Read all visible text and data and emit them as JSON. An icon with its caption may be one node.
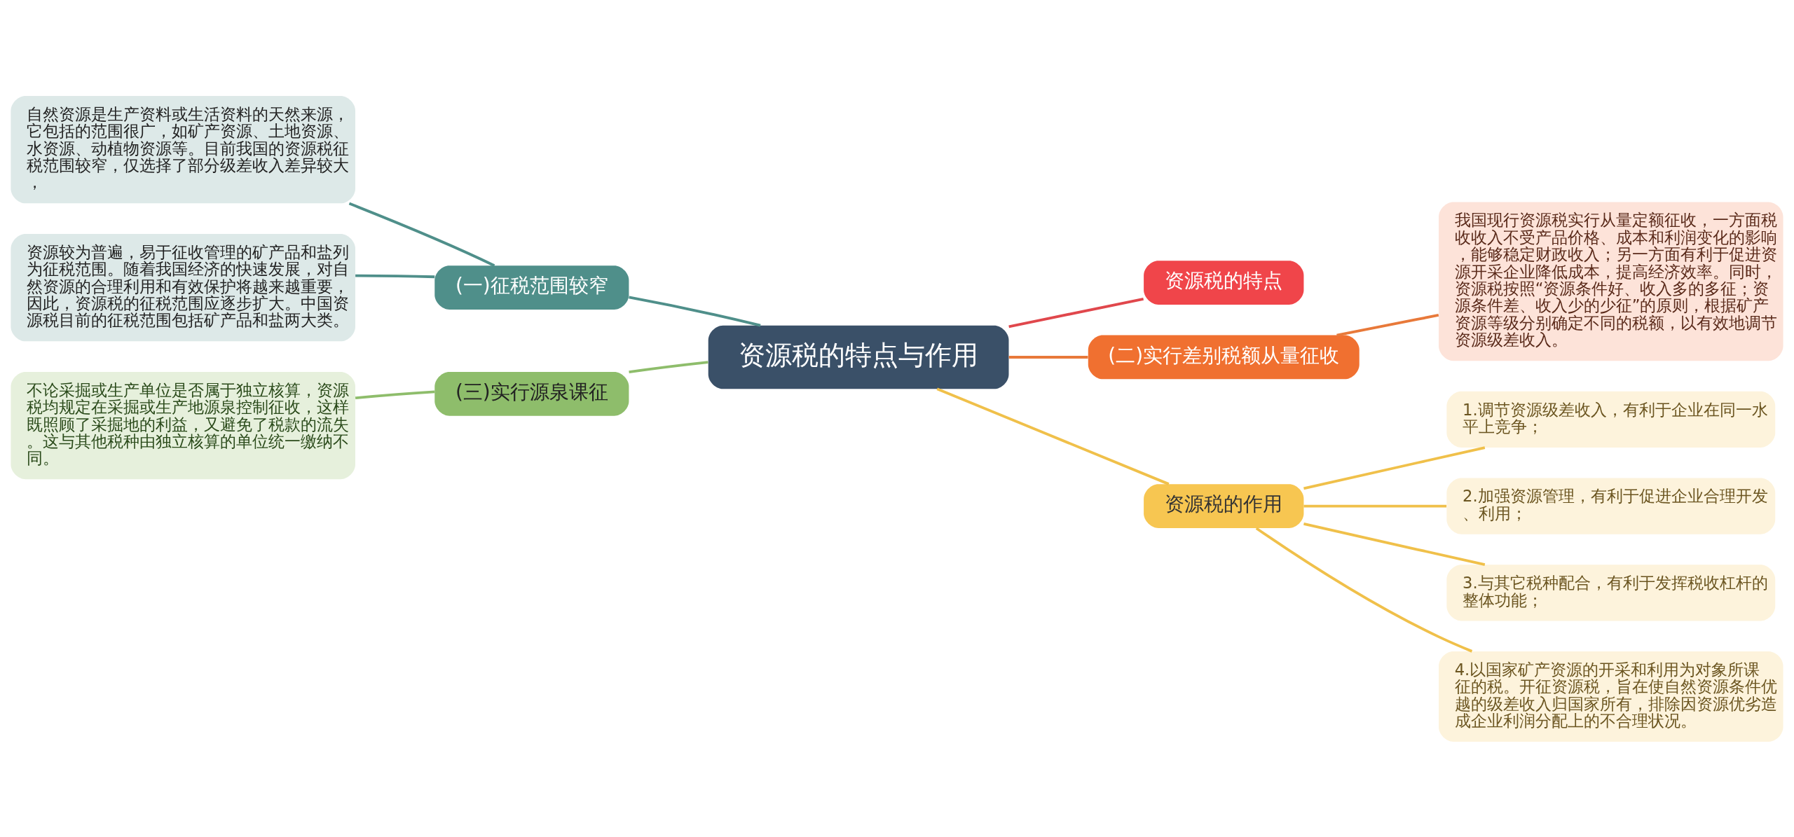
{
  "diagram": {
    "nodes": [
      {
        "text": [
          "资源税的特点与作用"
        ]
      },
      {
        "text": [
          "资源税的特点"
        ]
      },
      {
        "text": [
          "(二)实行差别税额从量征收"
        ]
      },
      {
        "text": [
          "我国现行资源税实行从量定额征收，一方面税收收入不受产品价格、成本和利润变化的影响，能够稳定财政收入；另一方面有利于促进资源开采企业降低成本，提高经济效率。同时，资源税按照“资源条件好、收入多的多征；资源条件差、收入少的少征”的原则，根据矿产资源等级分别确定不同的税额，以有效地调节资源级差收入。"
        ]
      },
      {
        "text": [
          "资源税的作用"
        ]
      },
      {
        "text": [
          "1.调节资源级差收入，有利于企业在同一水平上竞争；"
        ]
      },
      {
        "text": [
          "2.加强资源管理，有利于促进企业合理开发、利用；"
        ]
      },
      {
        "text": [
          "3.与其它税种配合，有利于发挥税收杠杆的整体功能；"
        ]
      },
      {
        "text": [
          "4.以国家矿产资源的开采和利用为对象所课征的税。开征资源税，旨在使自然资源条件优越的级差收入归国家所有，排除因资源优劣造成企业利润分配上的不合理状况。"
        ]
      },
      {
        "text": [
          "(一)征税范围较窄"
        ]
      },
      {
        "text": [
          "自然资源是生产资料或生活资料的天然来源，它包括的范围很广，如矿产资源、土地资源、水资源、动植物资源等。目前我国的资源税征税范围较窄，仅选择了部分级差收入差异较大，"
        ]
      },
      {
        "text": [
          "资源较为普遍，易于征收管理的矿产品和盐列为征税范围。随着我国经济的快速发展，对自然资源的合理利用和有效保护将越来越重要，因此，资源税的征税范围应逐步扩大。中国资源税目前的征税范围包括矿产品和盐两大类。"
        ]
      },
      {
        "text": [
          "(三)实行源泉课征"
        ]
      },
      {
        "text": [
          "不论采掘或生产单位是否属于独立核算，资源税均规定在采掘或生产地源泉控制征收，这样既照顾了采掘地的利益，又避免了税款的流失。这与其他税种由独立核算的单位统一缴纳不同。"
        ]
      }
    ],
    "edges": [
      {
        "from": 0,
        "to": 1,
        "arrow": "none",
        "color": "#e0474c"
      },
      {
        "from": 0,
        "to": 2,
        "arrow": "none",
        "color": "#e8793a"
      },
      {
        "from": 2,
        "to": 3,
        "arrow": "none",
        "color": "#e8793a"
      },
      {
        "from": 0,
        "to": 4,
        "arrow": "none",
        "color": "#f0c04a"
      },
      {
        "from": 4,
        "to": 5,
        "arrow": "none",
        "color": "#f0c04a"
      },
      {
        "from": 4,
        "to": 6,
        "arrow": "none",
        "color": "#f0c04a"
      },
      {
        "from": 4,
        "to": 7,
        "arrow": "none",
        "color": "#f0c04a"
      },
      {
        "from": 4,
        "to": 8,
        "arrow": "none",
        "color": "#f0c04a"
      },
      {
        "from": 0,
        "to": 9,
        "arrow": "none",
        "color": "#4f8f8a"
      },
      {
        "from": 9,
        "to": 10,
        "arrow": "none",
        "color": "#4f8f8a"
      },
      {
        "from": 9,
        "to": 11,
        "arrow": "none",
        "color": "#4f8f8a"
      },
      {
        "from": 0,
        "to": 12,
        "arrow": "none",
        "color": "#8ebd6b"
      },
      {
        "from": 12,
        "to": 13,
        "arrow": "none",
        "color": "#8ebd6b"
      }
    ]
  }
}
